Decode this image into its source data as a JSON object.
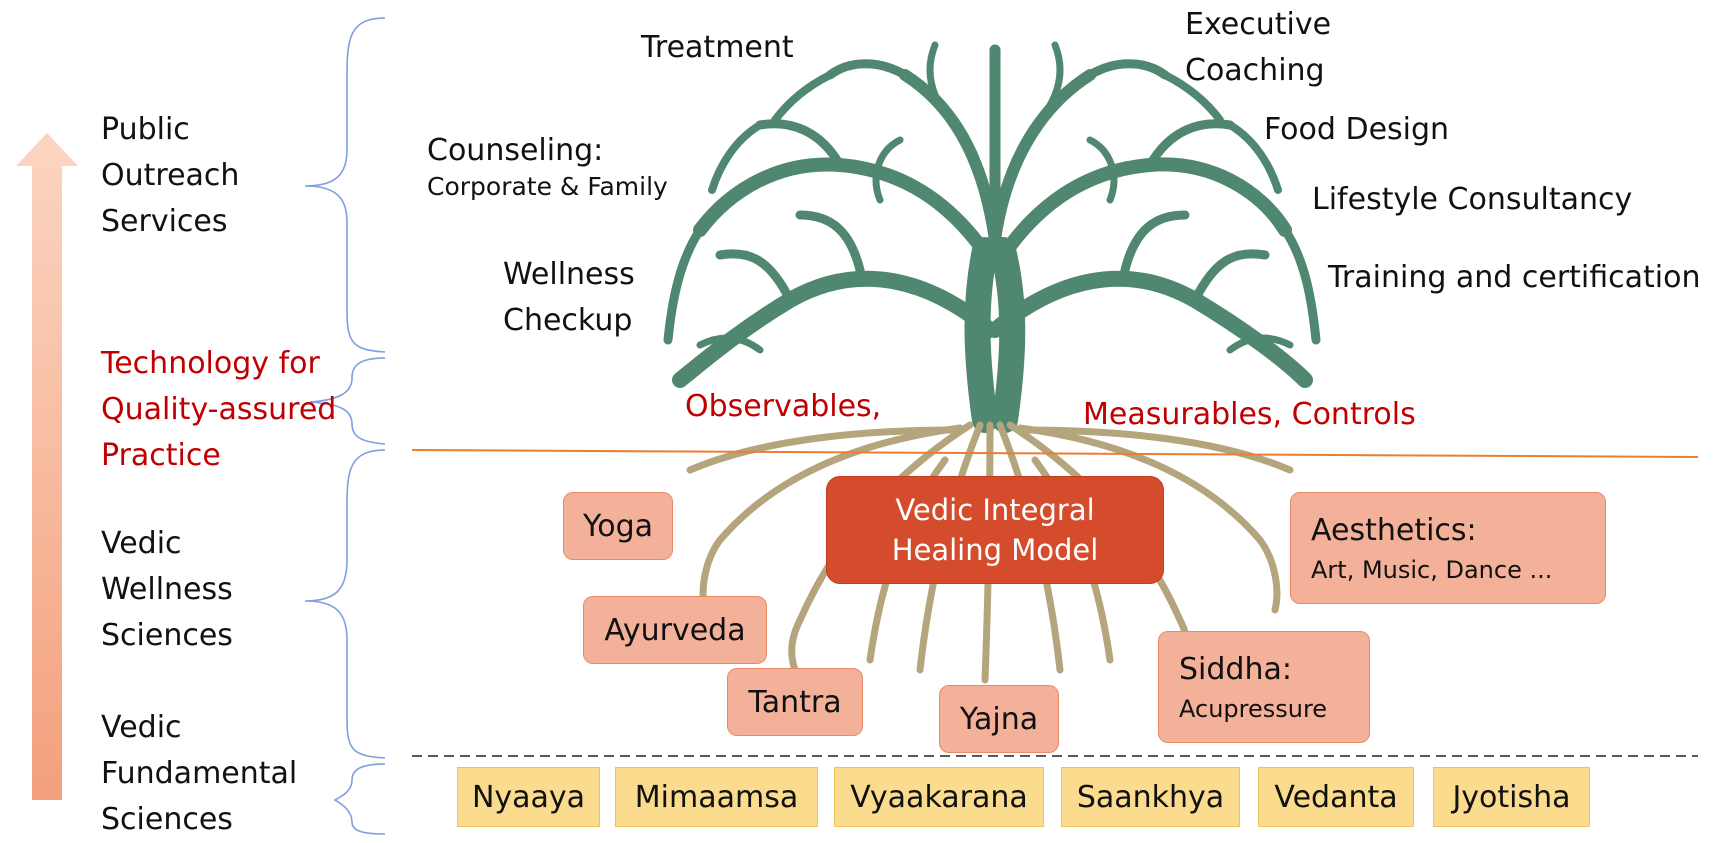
{
  "layers": {
    "outreach": "Public\nOutreach\nServices",
    "technology": "Technology for\nQuality-assured\nPractice",
    "wellness": "Vedic\nWellness\nSciences",
    "fundamental": "Vedic\nFundamental\nSciences"
  },
  "services": {
    "treatment": "Treatment",
    "executive": "Executive\nCoaching",
    "food": "Food Design",
    "counseling_title": "Counseling:",
    "counseling_sub": "Corporate & Family",
    "lifestyle": "Lifestyle Consultancy",
    "wellness_checkup": "Wellness\nCheckup",
    "training": "Training and certification"
  },
  "technology_terms": {
    "observables": "Observables,",
    "measurables": "Measurables, Controls"
  },
  "wellness_sciences": {
    "yoga": "Yoga",
    "model": "Vedic Integral\nHealing Model",
    "aesthetics_title": "Aesthetics:",
    "aesthetics_sub": "Art, Music, Dance ...",
    "ayurveda": "Ayurveda",
    "tantra": "Tantra",
    "yajna": "Yajna",
    "siddha_title": "Siddha:",
    "siddha_sub": "Acupressure"
  },
  "fundamental_sciences": [
    "Nyaaya",
    "Mimaamsa",
    "Vyaakarana",
    "Saankhya",
    "Vedanta",
    "Jyotisha"
  ],
  "colors": {
    "arrow": "#f4a27f",
    "brace": "#7f9fdf",
    "tree": "#4f8770",
    "roots": "#b4a57d",
    "ground_line": "#ed7d31",
    "technology_text": "#c00000",
    "science_box": "#f4b19a",
    "model_box": "#d54c2d",
    "fundamental_box": "#fbdc8e"
  }
}
